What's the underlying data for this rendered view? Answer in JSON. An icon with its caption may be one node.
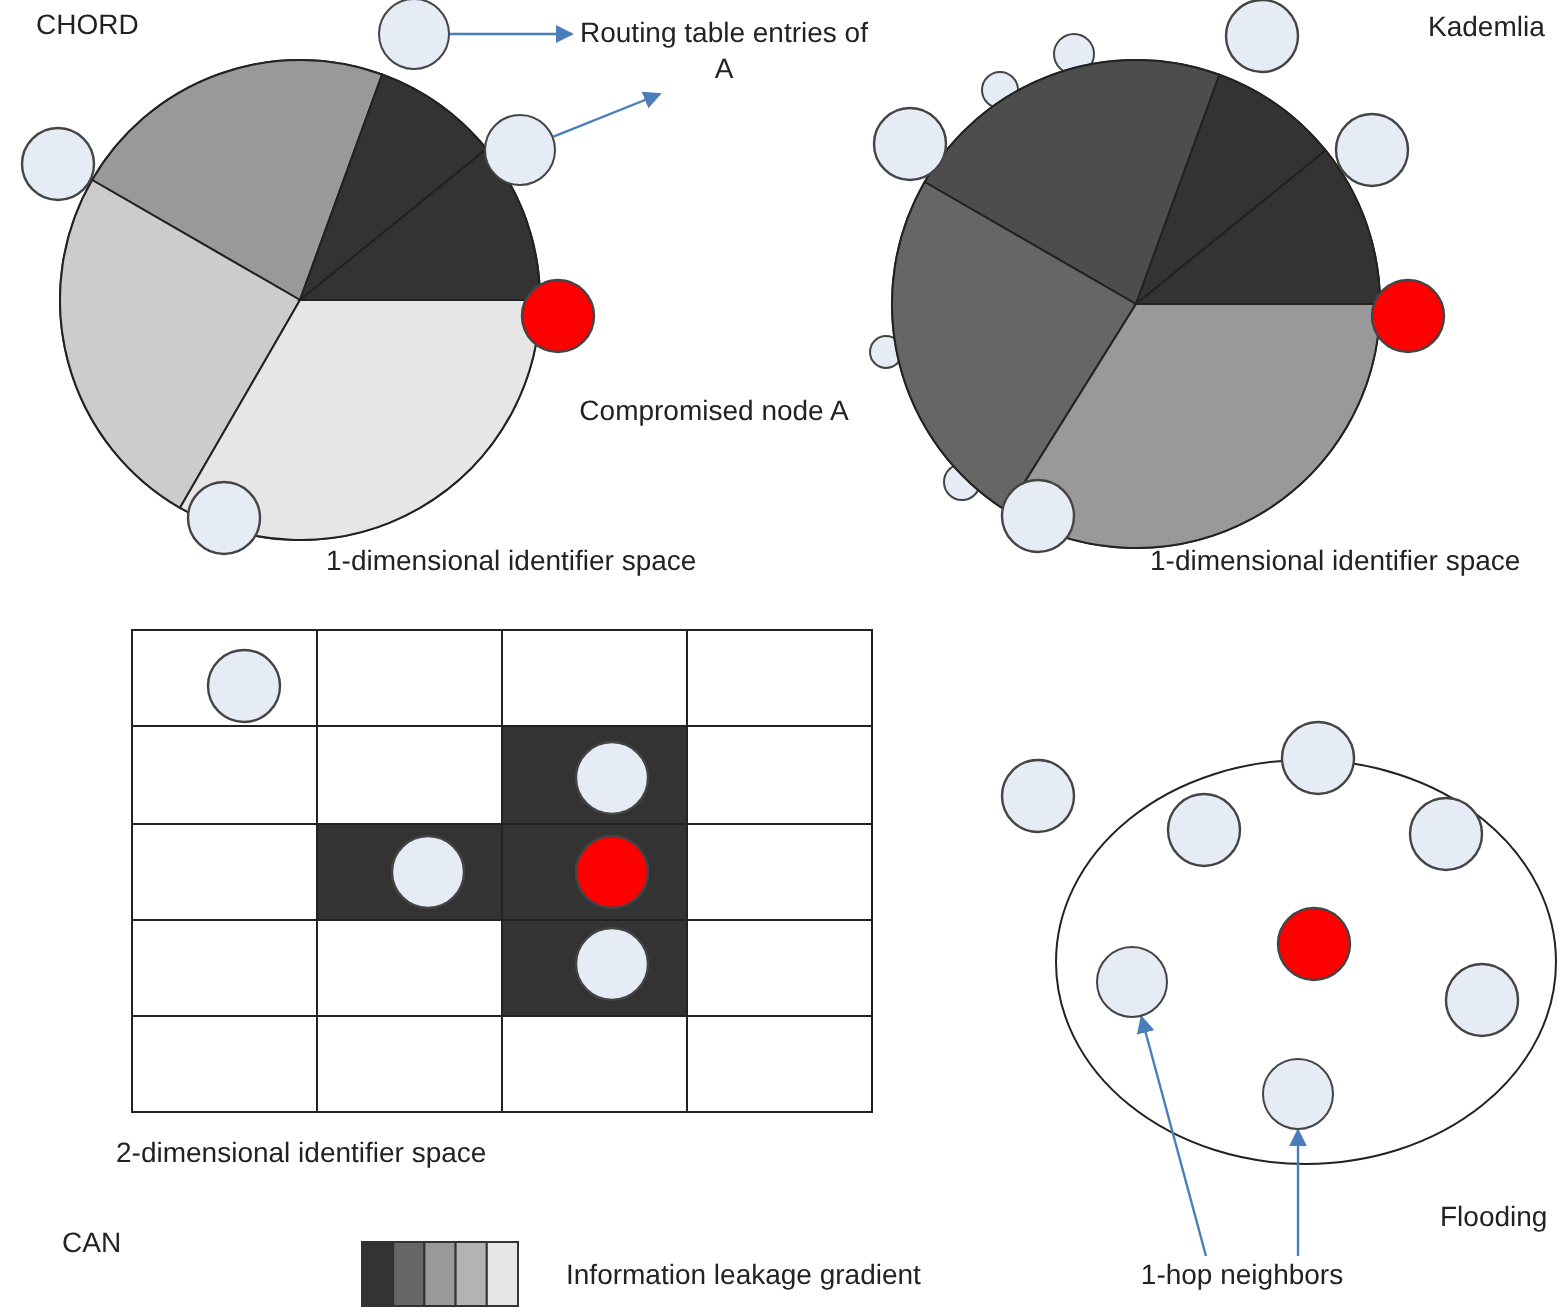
{
  "diagram": {
    "nodes": [
      {
        "text": [],
        "shape": "circle"
      },
      {
        "text": [],
        "shape": "circle"
      },
      {
        "text": [
          "Routing table entries of A"
        ]
      },
      {
        "text": [
          "1-hop neighbors"
        ]
      },
      {
        "text": [],
        "shape": "circle"
      },
      {
        "text": [],
        "shape": "circle"
      }
    ],
    "edges": [
      {
        "from": 0,
        "to": 2,
        "arrow": "to"
      },
      {
        "from": 1,
        "to": 2,
        "arrow": "to"
      },
      {
        "from": 3,
        "to": 4,
        "arrow": "to"
      },
      {
        "from": 3,
        "to": 5,
        "arrow": "to"
      }
    ],
    "labels": [
      "CHORD",
      "Kademlia",
      "Compromised node A",
      "1-dimensional identifier space",
      "1-dimensional identifier space",
      "2-dimensional identifier space",
      "Flooding",
      "CAN"
    ],
    "legend": [
      {
        "text": "Information leakage gradient"
      }
    ]
  }
}
